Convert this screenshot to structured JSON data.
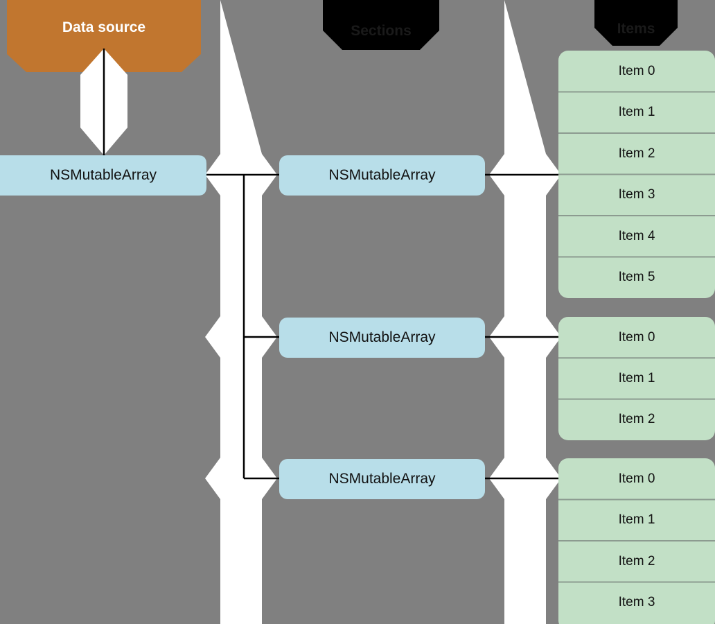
{
  "diagram": {
    "title": "Data source / Sections / Items object graph",
    "background_color": "#808080",
    "columns": [
      {
        "id": "data-source",
        "header": "Data source",
        "header_color": "#C1762F",
        "header_text_color": "#FFFFFF"
      },
      {
        "id": "sections",
        "header": "Sections",
        "header_color": "#000000",
        "header_text_color": "#000000"
      },
      {
        "id": "items",
        "header": "Items",
        "header_color": "#000000",
        "header_text_color": "#000000"
      }
    ],
    "node_color": "#B8DEE9",
    "item_color": "#C2E0C6",
    "item_divider_color": "#8C9B90",
    "connector_color": "#000000",
    "gutter_color": "#FFFFFF",
    "root_node": {
      "label": "NSMutableArray"
    },
    "section_nodes": [
      {
        "label": "NSMutableArray"
      },
      {
        "label": "NSMutableArray"
      },
      {
        "label": "NSMutableArray"
      }
    ],
    "item_groups": [
      {
        "items": [
          "Item 0",
          "Item 1",
          "Item 2",
          "Item 3",
          "Item 4",
          "Item 5"
        ]
      },
      {
        "items": [
          "Item 0",
          "Item 1",
          "Item 2"
        ]
      },
      {
        "items": [
          "Item 0",
          "Item 1",
          "Item 2",
          "Item 3"
        ]
      }
    ]
  }
}
